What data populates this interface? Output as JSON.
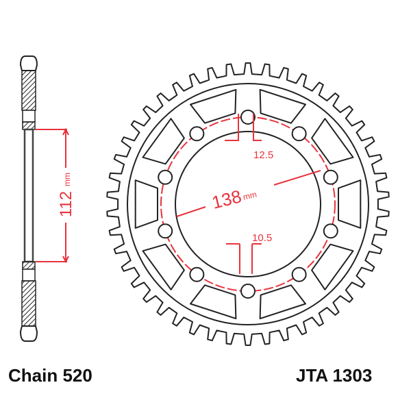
{
  "labels": {
    "chain": "Chain 520",
    "part_number": "JTA 1303"
  },
  "dimensions": {
    "bolt_circle": "138",
    "bolt_circle_unit": "mm",
    "center_bore": "112",
    "center_bore_unit": "mm",
    "upper_hole": "12.5",
    "lower_hole": "10.5"
  },
  "colors": {
    "outline": "#222222",
    "dimension": "#e8323c"
  }
}
